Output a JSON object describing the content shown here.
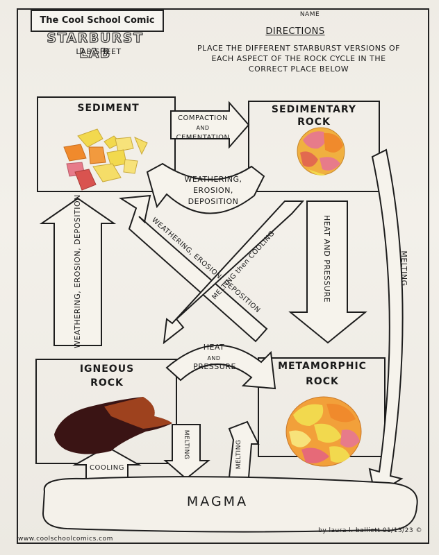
{
  "header": {
    "comic_title": "The Cool School Comic",
    "lab_title": "STARBURST LAB",
    "lab_subtitle": "LAB SHEET",
    "name_label": "NAME",
    "directions_heading": "DIRECTIONS",
    "directions_text": "PLACE THE DIFFERENT STARBURST VERSIONS OF EACH ASPECT OF THE ROCK CYCLE IN THE CORRECT PLACE BELOW"
  },
  "boxes": {
    "sediment": "SEDIMENT",
    "sedimentary_1": "SEDIMENTARY",
    "sedimentary_2": "ROCK",
    "igneous_1": "IGNEOUS",
    "igneous_2": "ROCK",
    "metamorphic_1": "METAMORPHIC",
    "metamorphic_2": "ROCK",
    "magma": "MAGMA"
  },
  "arrows": {
    "compaction_1": "COMPACTION",
    "compaction_2": "AND",
    "compaction_3": "CEMENTATION",
    "weather_curve_1": "WEATHERING,",
    "weather_curve_2": "EROSION,",
    "weather_curve_3": "DEPOSITION",
    "left_up": "WEATHERING, EROSION, DEPOSITION",
    "diag_weather": "WEATHERING, EROSION, DEPOSITION",
    "diag_melting": "MELTING then COOLING",
    "heat_pressure_vertical": "HEAT AND PRESSURE",
    "melting_right": "MELTING",
    "heat_curve_1": "HEAT",
    "heat_curve_2": "AND",
    "heat_curve_3": "PRESSURE",
    "cooling": "COOLING",
    "melting_down_1": "MELTING",
    "melting_up_2": "MELTING"
  },
  "footer": {
    "website": "www.coolschoolcomics.com",
    "credit": "by laura l. balliett 01/13/23 ©"
  },
  "colors": {
    "paper": "#f1eee7",
    "ink": "#1a1a1a",
    "candy_yellow": "#f2d94e",
    "candy_orange": "#f08a2c",
    "candy_red": "#d9534f",
    "candy_pink": "#e77b8a",
    "igneous_dark": "#3a1414"
  }
}
